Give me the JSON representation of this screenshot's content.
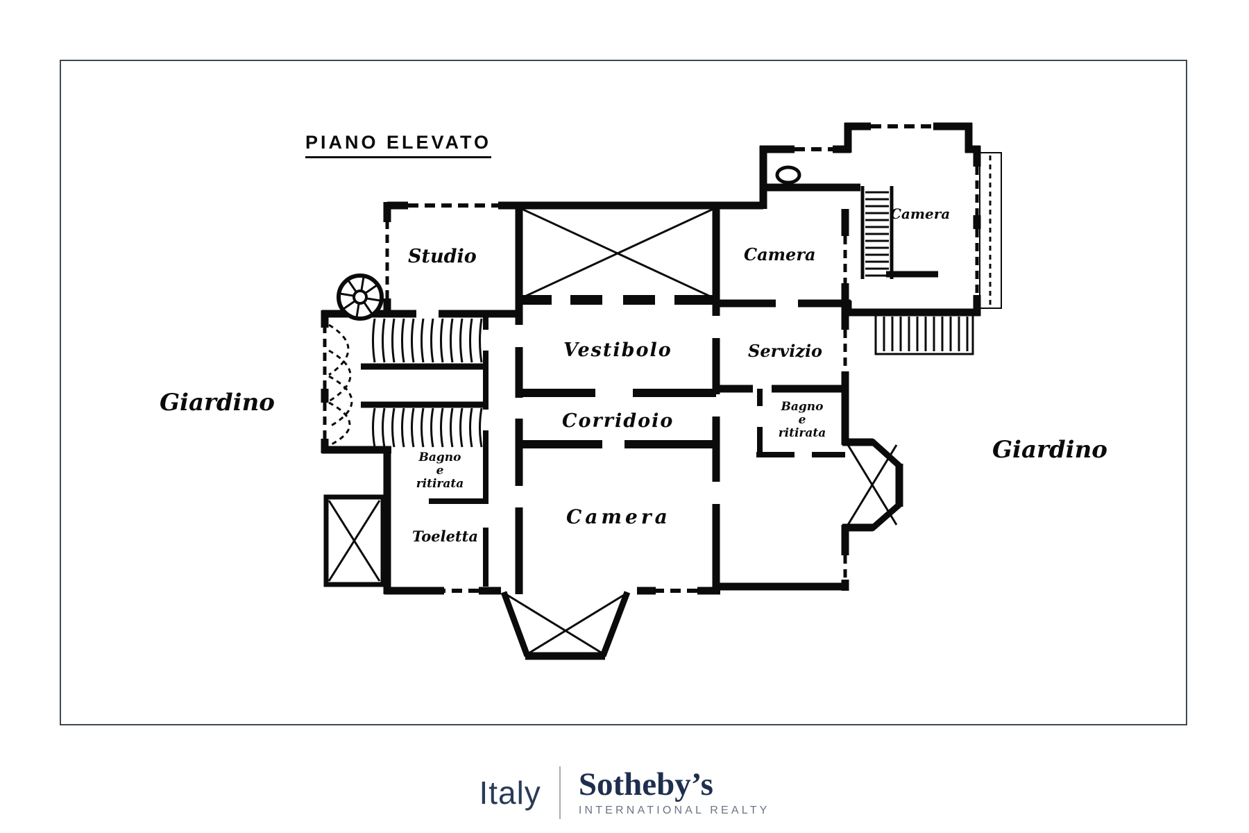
{
  "frame": {
    "border_color": "#3f4853"
  },
  "plan": {
    "title": "PIANO ELEVATO",
    "ink_color": "#0b0b0b",
    "labels": {
      "studio": "Studio",
      "camera_top": "Camera",
      "camera_annex": "Camera",
      "vestibolo": "Vestibolo",
      "servizio": "Servizio",
      "corridoio": "Corridoio",
      "camera_main": "Camera",
      "toeletta": "Toeletta",
      "bagno_left": [
        "Bagno",
        "e",
        "ritirata"
      ],
      "bagno_right": [
        "Bagno",
        "e",
        "ritirata"
      ],
      "giardino_left": "Giardino",
      "giardino_right": "Giardino"
    }
  },
  "footer": {
    "region": "Italy",
    "brand": "Sotheby’s",
    "brand_sub": "INTERNATIONAL REALTY",
    "brand_color": "#1e2f4e",
    "region_color": "#2a3a57",
    "sub_color": "#697482",
    "divider_color": "#a7adb5"
  }
}
